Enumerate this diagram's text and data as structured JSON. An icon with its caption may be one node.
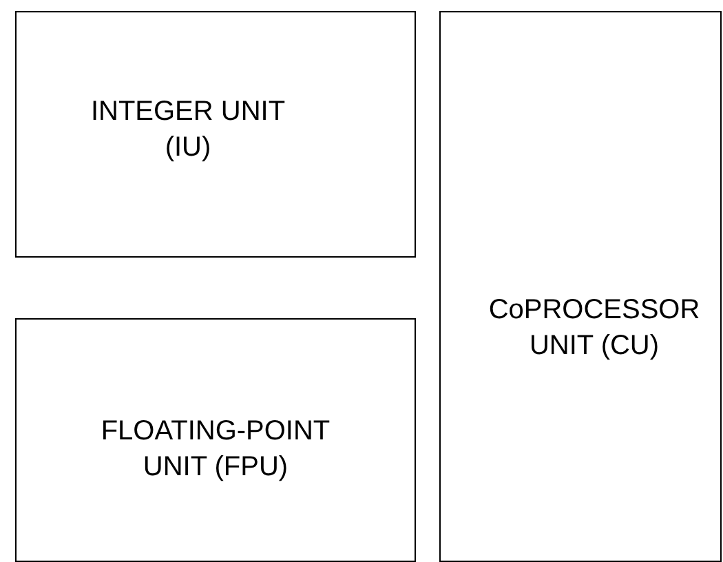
{
  "diagram": {
    "nodes": [
      {
        "text": [
          "INTEGER UNIT (IU)"
        ]
      },
      {
        "text": [
          "FLOATING-POINT UNIT (FPU)"
        ]
      },
      {
        "text": [
          "CoPROCESSOR UNIT (CU)"
        ]
      }
    ]
  }
}
